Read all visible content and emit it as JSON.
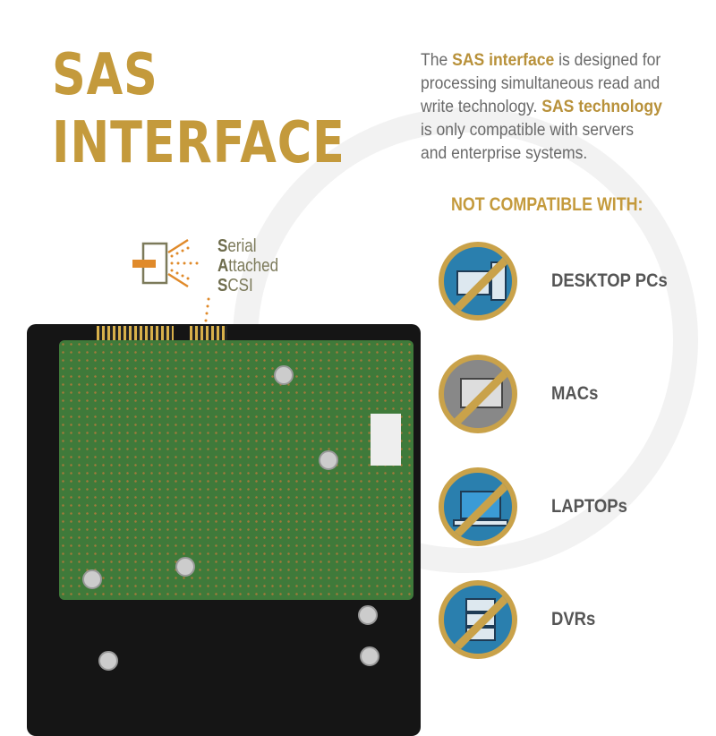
{
  "heading": {
    "line1": "SAS",
    "line2": "INTERFACE"
  },
  "description": {
    "p1": "The ",
    "b1": "SAS interface",
    "p2": " is designed for processing simultaneous read and write technology. ",
    "b2": "SAS technology",
    "p3": " is only compatible with servers and enterprise systems."
  },
  "not_compatible_title": "NOT COMPATIBLE WITH:",
  "items": [
    {
      "label": "DESKTOP PCs",
      "icon": "desktop-pc-icon"
    },
    {
      "label": "MACs",
      "icon": "mac-icon"
    },
    {
      "label": "LAPTOPs",
      "icon": "laptop-icon"
    },
    {
      "label": "DVRs",
      "icon": "dvr-icon"
    }
  ],
  "sas_diagram": {
    "s": "S",
    "erial": "erial",
    "a": "A",
    "ttached": "ttached",
    "s2": "S",
    "csi": "CSI"
  },
  "colors": {
    "gold": "#c49a3c",
    "blue": "#2a7fae",
    "ring": "#c9a24a",
    "text": "#6a6a6a"
  }
}
